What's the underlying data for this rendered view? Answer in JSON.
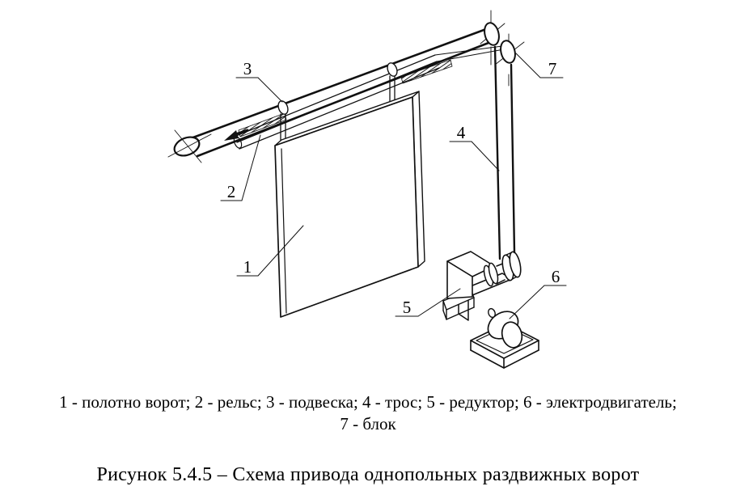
{
  "callouts": [
    "1",
    "2",
    "3",
    "4",
    "5",
    "6",
    "7"
  ],
  "legend": {
    "line1": "1 - полотно ворот; 2 - рельс; 3 - подвеска; 4 - трос; 5 - редуктор; 6 - электродвигатель;",
    "line2": "7 - блок",
    "items": [
      {
        "number": "1",
        "name": "полотно ворот"
      },
      {
        "number": "2",
        "name": "рельс"
      },
      {
        "number": "3",
        "name": "подвеска"
      },
      {
        "number": "4",
        "name": "трос"
      },
      {
        "number": "5",
        "name": "редуктор"
      },
      {
        "number": "6",
        "name": "электродвигатель"
      },
      {
        "number": "7",
        "name": "блок"
      }
    ]
  },
  "figure_title": "Рисунок 5.4.5 – Схема привода однопольных раздвижных ворот",
  "colors": {
    "line": "#111111",
    "text": "#000000",
    "background": "#ffffff"
  }
}
